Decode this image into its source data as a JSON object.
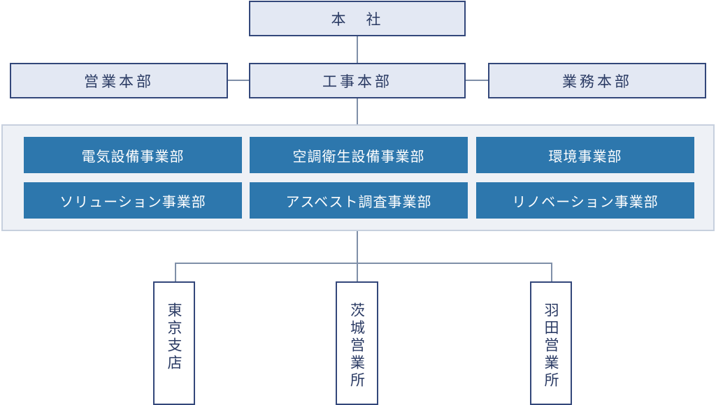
{
  "head_office": "本　社",
  "headquarters": {
    "left": "営業本部",
    "center": "工事本部",
    "right": "業務本部"
  },
  "divisions": [
    "電気設備事業部",
    "空調衛生設備事業部",
    "環境事業部",
    "ソリューション事業部",
    "アスベスト調査事業部",
    "リノベーション事業部"
  ],
  "branches": [
    "東京支店",
    "茨城営業所",
    "羽田営業所"
  ]
}
